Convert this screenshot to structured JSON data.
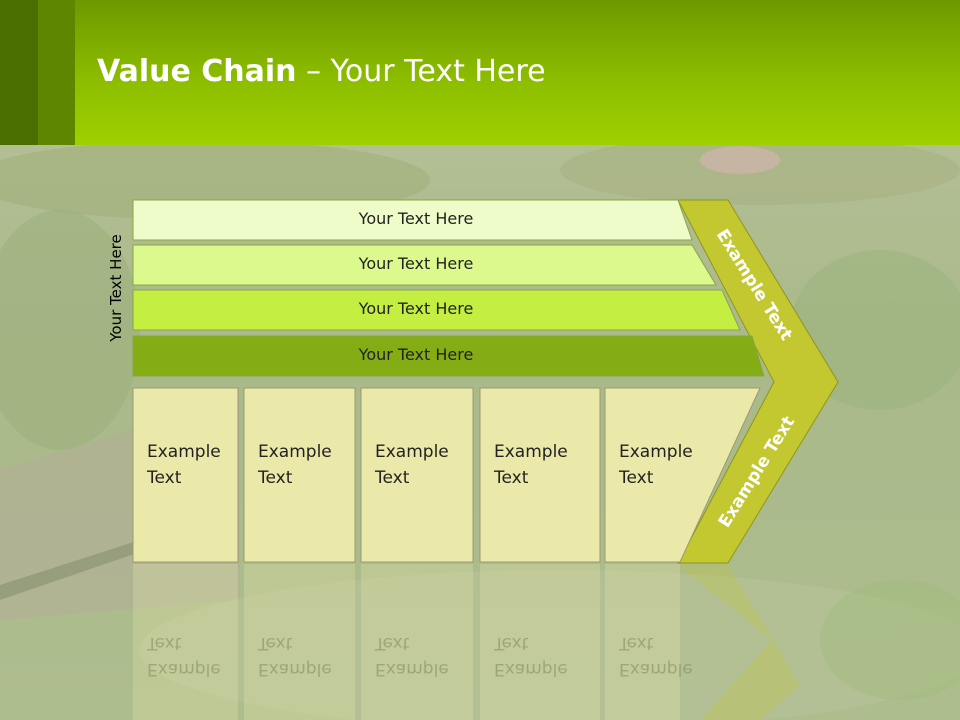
{
  "slide": {
    "title_bold": "Value Chain",
    "title_rest": " – Your Text Here",
    "side_label": "Your Text Here"
  },
  "bars": [
    {
      "label": "Your Text Here",
      "color": "#eefcc9"
    },
    {
      "label": "Your Text Here",
      "color": "#dcf98d"
    },
    {
      "label": "Your Text Here",
      "color": "#c4ee42"
    },
    {
      "label": "Your Text Here",
      "color": "#84ad15"
    }
  ],
  "cells": [
    {
      "line1": "Example",
      "line2": "Text"
    },
    {
      "line1": "Example",
      "line2": "Text"
    },
    {
      "line1": "Example",
      "line2": "Text"
    },
    {
      "line1": "Example",
      "line2": "Text"
    },
    {
      "line1": "Example",
      "line2": "Text"
    }
  ],
  "chevron": {
    "top_label": "Example Text",
    "bottom_label": "Example Text",
    "color": "#c3c830"
  },
  "colors": {
    "header_green": "#8cbd00",
    "cell_fill": "#ebe9a9",
    "cell_border": "#9b9a72"
  }
}
